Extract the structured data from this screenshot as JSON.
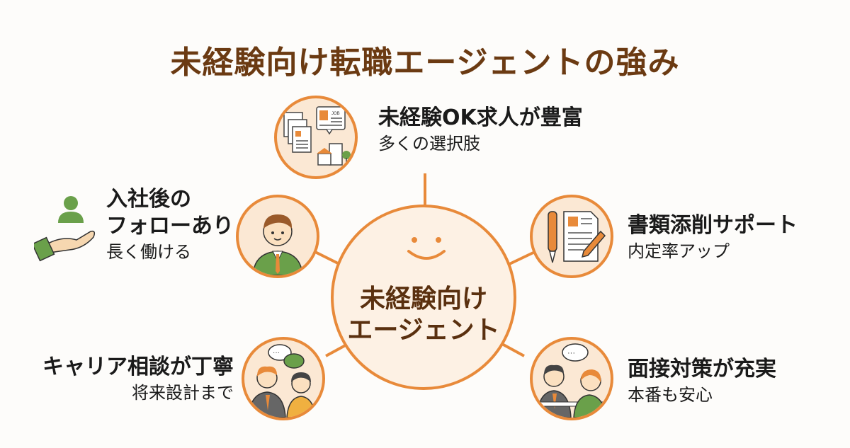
{
  "title": "未経験向け転職エージェントの強み",
  "center": {
    "line1": "未経験向け",
    "line2": "エージェント",
    "icon": "smiley-face-icon"
  },
  "features": [
    {
      "id": "jobs",
      "heading": "未経験OK求人が豊富",
      "sub": "多くの選択肢",
      "icon": "job-documents-building-icon",
      "position": "top"
    },
    {
      "id": "after-follow",
      "heading_line1": "入社後の",
      "heading_line2": "フォローあり",
      "sub": "長く働ける",
      "icon": "businessman-icon",
      "side_icon": "hand-holding-person-icon",
      "position": "upper-left"
    },
    {
      "id": "documents",
      "heading": "書類添削サポート",
      "sub": "内定率アップ",
      "icon": "resume-pen-icon",
      "position": "upper-right"
    },
    {
      "id": "career",
      "heading": "キャリア相談が丁寧",
      "sub": "将来設計まで",
      "icon": "consultation-chat-icon",
      "position": "lower-left"
    },
    {
      "id": "interview",
      "heading": "面接対策が充実",
      "sub": "本番も安心",
      "icon": "interview-icon",
      "position": "lower-right"
    }
  ],
  "colors": {
    "accent": "#e88a3a",
    "title": "#6b3a12",
    "center_fill": "#fdf1e4",
    "node_fill": "#fbe8d4",
    "green": "#6aa04a",
    "background": "#fdfcfa"
  }
}
